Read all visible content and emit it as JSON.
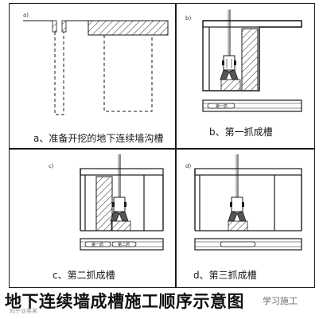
{
  "title": "地下连续墙成槽施工顺序示意图",
  "panels": [
    {
      "id": "a",
      "letter": "a)",
      "caption": "a、准备开挖的地下连续墙沟槽"
    },
    {
      "id": "b",
      "letter": "b)",
      "caption": "b、第一抓成槽",
      "tags": [
        "第一抓"
      ]
    },
    {
      "id": "c",
      "letter": "c)",
      "caption": "c、第二抓成槽",
      "tags": [
        "第一抓",
        "第二抓"
      ]
    },
    {
      "id": "d",
      "letter": "d)",
      "caption": "d、第三抓成槽"
    }
  ],
  "watermark": "学习施工",
  "watermark_small": "知乎@某某",
  "colors": {
    "line": "#1a1a1a",
    "hatch": "#333333",
    "background": "#ffffff"
  }
}
